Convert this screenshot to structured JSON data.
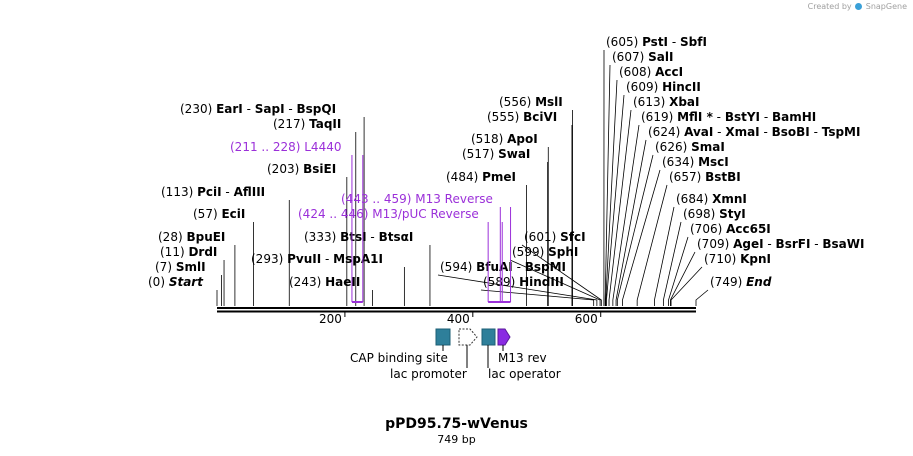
{
  "credit": {
    "text": "Created by",
    "brand": "SnapGene"
  },
  "plasmid": {
    "name": "pPD95.75-wVenus",
    "size_label": "749 bp",
    "length": 749
  },
  "axis_ticks": [
    {
      "value": 200,
      "label": "200"
    },
    {
      "value": 400,
      "label": "400"
    },
    {
      "value": 600,
      "label": "600"
    }
  ],
  "colors": {
    "feature_teal": "#2e7f9a",
    "operator_teal": "#2e7f9a",
    "m13_purple": "#8a2be2",
    "primer_purple": "#9b30d9"
  },
  "sites": [
    {
      "pos": "(0)",
      "names": [
        "Start"
      ],
      "at": 0,
      "style": "italic"
    },
    {
      "pos": "(7)",
      "names": [
        "SmlI"
      ],
      "at": 7
    },
    {
      "pos": "(11)",
      "names": [
        "DrdI"
      ],
      "at": 11
    },
    {
      "pos": "(28)",
      "names": [
        "BpuEI"
      ],
      "at": 28
    },
    {
      "pos": "(57)",
      "names": [
        "EciI"
      ],
      "at": 57
    },
    {
      "pos": "(113)",
      "names": [
        "PciI",
        "AflIII"
      ],
      "at": 113
    },
    {
      "pos": "(203)",
      "names": [
        "BsiEI"
      ],
      "at": 203
    },
    {
      "pos": "(217)",
      "names": [
        "TaqII"
      ],
      "at": 217
    },
    {
      "pos": "(230)",
      "names": [
        "EarI",
        "SapI",
        "BspQI"
      ],
      "at": 230
    },
    {
      "pos": "(243)",
      "names": [
        "HaeII"
      ],
      "at": 243
    },
    {
      "pos": "(293)",
      "names": [
        "PvuII",
        "MspA1I"
      ],
      "at": 293
    },
    {
      "pos": "(333)",
      "names": [
        "BtsI",
        "BtsαI"
      ],
      "at": 333
    },
    {
      "pos": "(484)",
      "names": [
        "PmeI"
      ],
      "at": 484
    },
    {
      "pos": "(517)",
      "names": [
        "SwaI"
      ],
      "at": 517
    },
    {
      "pos": "(518)",
      "names": [
        "ApoI"
      ],
      "at": 518
    },
    {
      "pos": "(555)",
      "names": [
        "BciVI"
      ],
      "at": 555
    },
    {
      "pos": "(556)",
      "names": [
        "MslI"
      ],
      "at": 556
    },
    {
      "pos": "(589)",
      "names": [
        "HindIII"
      ],
      "at": 589
    },
    {
      "pos": "(594)",
      "names": [
        "BfuAI",
        "BspMI"
      ],
      "at": 594
    },
    {
      "pos": "(599)",
      "names": [
        "SphI"
      ],
      "at": 599
    },
    {
      "pos": "(601)",
      "names": [
        "SfcI"
      ],
      "at": 601
    },
    {
      "pos": "(605)",
      "names": [
        "PstI",
        "SbfI"
      ],
      "at": 605
    },
    {
      "pos": "(607)",
      "names": [
        "SalI"
      ],
      "at": 607
    },
    {
      "pos": "(608)",
      "names": [
        "AccI"
      ],
      "at": 608
    },
    {
      "pos": "(609)",
      "names": [
        "HincII"
      ],
      "at": 609
    },
    {
      "pos": "(613)",
      "names": [
        "XbaI"
      ],
      "at": 613
    },
    {
      "pos": "(619)",
      "names": [
        "MflI *",
        "BstYI",
        "BamHI"
      ],
      "at": 619
    },
    {
      "pos": "(624)",
      "names": [
        "AvaI",
        "XmaI",
        "BsoBI",
        "TspMI"
      ],
      "at": 624
    },
    {
      "pos": "(626)",
      "names": [
        "SmaI"
      ],
      "at": 626
    },
    {
      "pos": "(634)",
      "names": [
        "MscI"
      ],
      "at": 634
    },
    {
      "pos": "(657)",
      "names": [
        "BstBI"
      ],
      "at": 657
    },
    {
      "pos": "(684)",
      "names": [
        "XmnI"
      ],
      "at": 684
    },
    {
      "pos": "(698)",
      "names": [
        "StyI"
      ],
      "at": 698
    },
    {
      "pos": "(706)",
      "names": [
        "Acc65I"
      ],
      "at": 706
    },
    {
      "pos": "(709)",
      "names": [
        "AgeI",
        "BsrFI",
        "BsaWI"
      ],
      "at": 709
    },
    {
      "pos": "(710)",
      "names": [
        "KpnI"
      ],
      "at": 710
    },
    {
      "pos": "(749)",
      "names": [
        "End"
      ],
      "at": 749,
      "style": "italic"
    }
  ],
  "primers": [
    {
      "range": "(211 .. 228)",
      "name": "L4440",
      "from": 211,
      "to": 228
    },
    {
      "range": "(443 .. 459)",
      "name": "M13 Reverse",
      "from": 443,
      "to": 459
    },
    {
      "range": "(424 .. 446)",
      "name": "M13/pUC Reverse",
      "from": 424,
      "to": 446
    }
  ],
  "features": [
    {
      "name": "CAP binding site"
    },
    {
      "name": "lac promoter"
    },
    {
      "name": "M13 rev"
    },
    {
      "name": "lac operator"
    }
  ]
}
